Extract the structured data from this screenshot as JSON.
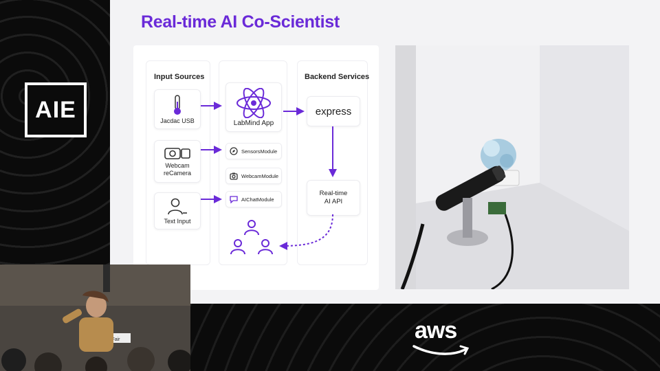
{
  "branding": {
    "logo_text": "AIE",
    "sponsor_text": "aws"
  },
  "slide": {
    "title": "Real-time AI Co-Scientist",
    "accent": "#6a2ad8",
    "diagram": {
      "columns": {
        "input": "Input Sources",
        "backend": "Backend Services"
      },
      "inputs": [
        {
          "icon": "thermometer-icon",
          "label": "Jacdac USB"
        },
        {
          "icon": "webcam-icon",
          "label_lines": [
            "Webcam",
            "reCamera"
          ]
        },
        {
          "icon": "person-text-icon",
          "label": "Text Input"
        }
      ],
      "app": {
        "icon": "react-icon",
        "label": "LabMind App"
      },
      "modules": [
        {
          "icon": "compass-icon",
          "label": "SensorsModule"
        },
        {
          "icon": "camera-icon",
          "label": "WebcamModule"
        },
        {
          "icon": "chat-icon",
          "label": "AIChatModule"
        }
      ],
      "backend": {
        "server": "express",
        "api_lines": [
          "Real-time",
          "AI API"
        ]
      },
      "users_icon": "users-icon"
    }
  },
  "photo": {
    "subject": "USB microscope and plant sample in photo light box"
  },
  "webcam": {
    "sign_text": "s Fair"
  }
}
